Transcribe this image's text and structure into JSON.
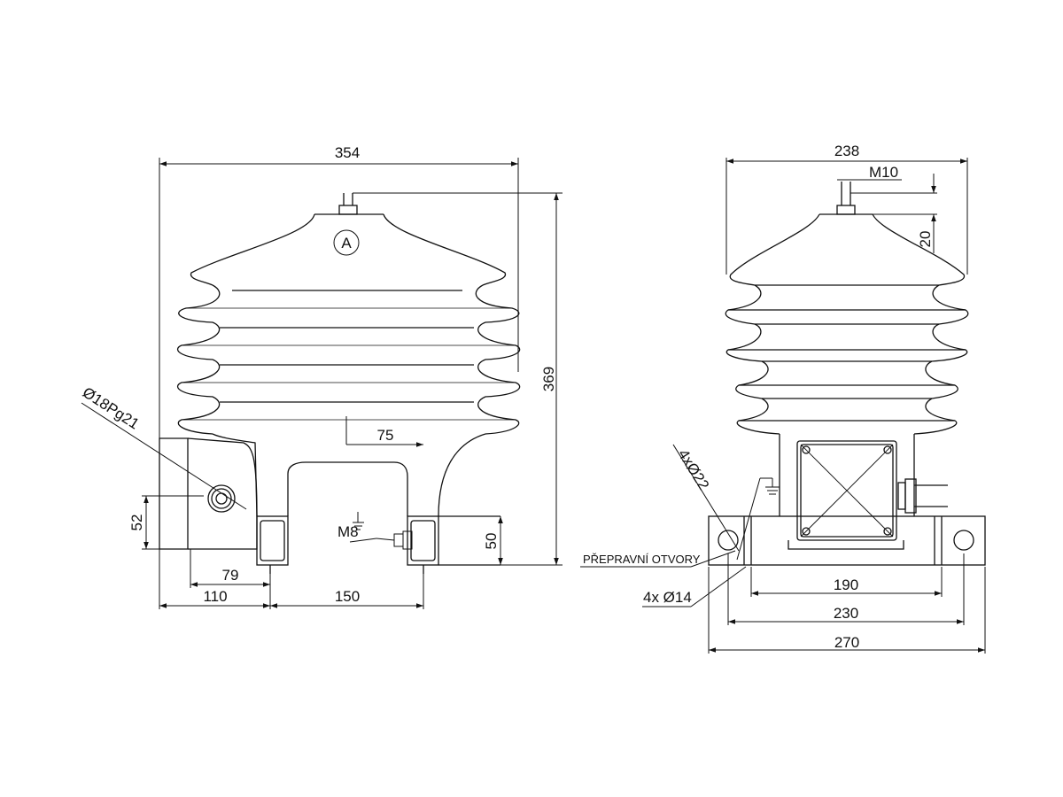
{
  "front_view": {
    "dim_width": "354",
    "dim_height": "369",
    "dim_offset": "75",
    "dim_hole": "52",
    "dim_79": "79",
    "dim_110": "110",
    "dim_150": "150",
    "dim_50": "50",
    "gland_label": "Ø18Pg21",
    "terminal_mark": "A",
    "ground_bolt": "M8"
  },
  "side_view": {
    "dim_width": "238",
    "terminal_thread": "M10",
    "dim_20": "20",
    "lifting_holes": "4xØ22",
    "transport_label": "PŘEPRAVNÍ OTVORY",
    "mount_holes": "4x Ø14",
    "dim_190": "190",
    "dim_230": "230",
    "dim_270": "270"
  }
}
